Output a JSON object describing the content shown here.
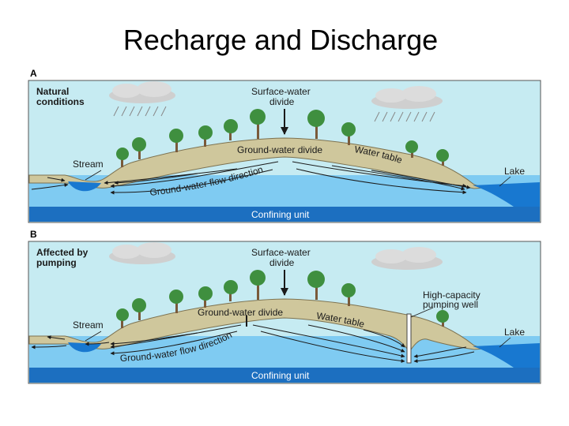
{
  "title": "Recharge and Discharge",
  "colors": {
    "sky": "#c6ebf2",
    "groundwater": "#7fcbf2",
    "land": "#cfc79c",
    "confining_unit": "#1c6fc0",
    "lake": "#1878d0",
    "tree_green": "#3f8f3f",
    "trunk": "#7a5a3a",
    "arrow": "#1a1a1a"
  },
  "panel_a": {
    "letter": "A",
    "heading_line1": "Natural",
    "heading_line2": "conditions",
    "surface_divide_line1": "Surface-water",
    "surface_divide_line2": "divide",
    "groundwater_divide": "Ground-water divide",
    "water_table": "Water table",
    "stream": "Stream",
    "lake": "Lake",
    "flow_direction": "Ground-water flow direction",
    "confining_unit": "Confining unit"
  },
  "panel_b": {
    "letter": "B",
    "heading_line1": "Affected by",
    "heading_line2": "pumping",
    "surface_divide_line1": "Surface-water",
    "surface_divide_line2": "divide",
    "groundwater_divide": "Ground-water divide",
    "water_table": "Water table",
    "well_line1": "High-capacity",
    "well_line2": "pumping well",
    "stream": "Stream",
    "lake": "Lake",
    "flow_direction": "Ground-water flow direction",
    "confining_unit": "Confining unit"
  }
}
